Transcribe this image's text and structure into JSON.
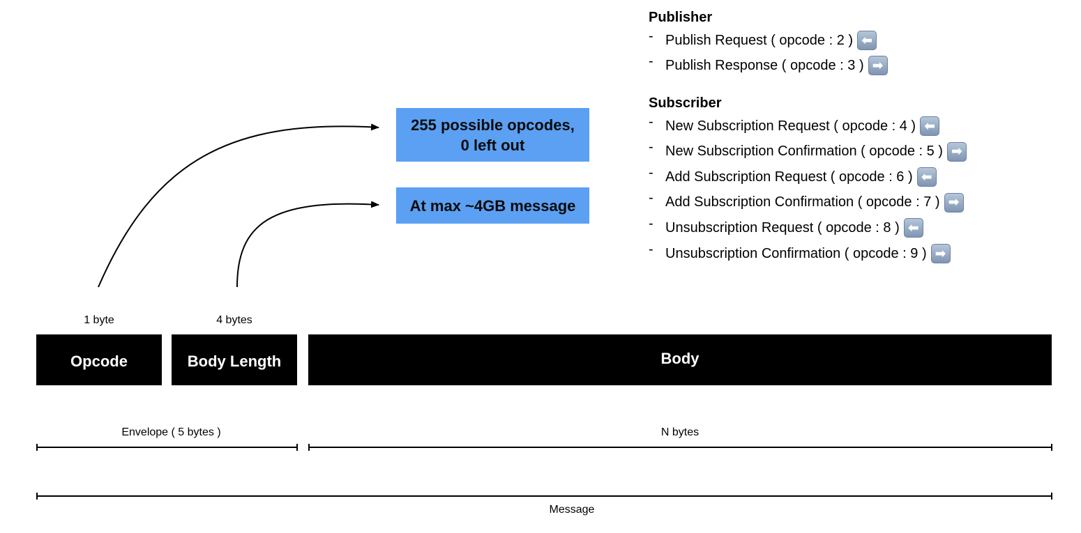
{
  "callouts": {
    "opcodes_line1": "255 possible opcodes,",
    "opcodes_line2": "0 left out",
    "max_size": "At max ~4GB message"
  },
  "legend": {
    "publisher_title": "Publisher",
    "publisher_items": [
      {
        "label": "Publish Request ( opcode : 2 )",
        "direction": "left"
      },
      {
        "label": "Publish Response ( opcode : 3 )",
        "direction": "right"
      }
    ],
    "subscriber_title": "Subscriber",
    "subscriber_items": [
      {
        "label": "New Subscription Request ( opcode : 4 )",
        "direction": "left"
      },
      {
        "label": "New Subscription Confirmation ( opcode : 5 )",
        "direction": "right"
      },
      {
        "label": "Add Subscription Request ( opcode : 6 )",
        "direction": "left"
      },
      {
        "label": "Add Subscription Confirmation ( opcode : 7 )",
        "direction": "right"
      },
      {
        "label": "Unsubscription Request ( opcode : 8 )",
        "direction": "left"
      },
      {
        "label": "Unsubscription Confirmation ( opcode : 9 )",
        "direction": "right"
      }
    ],
    "bullet": "-",
    "left_arrow_glyph": "⬅",
    "right_arrow_glyph": "➡"
  },
  "message": {
    "opcode_size": "1 byte",
    "body_length_size": "4 bytes",
    "opcode_label": "Opcode",
    "body_length_label": "Body Length",
    "body_label": "Body",
    "envelope_label": "Envelope ( 5 bytes )",
    "body_bytes_label": "N bytes",
    "message_label": "Message"
  },
  "colors": {
    "callout_bg": "#5ba0f2",
    "field_bg": "#000000",
    "field_text": "#ffffff"
  }
}
